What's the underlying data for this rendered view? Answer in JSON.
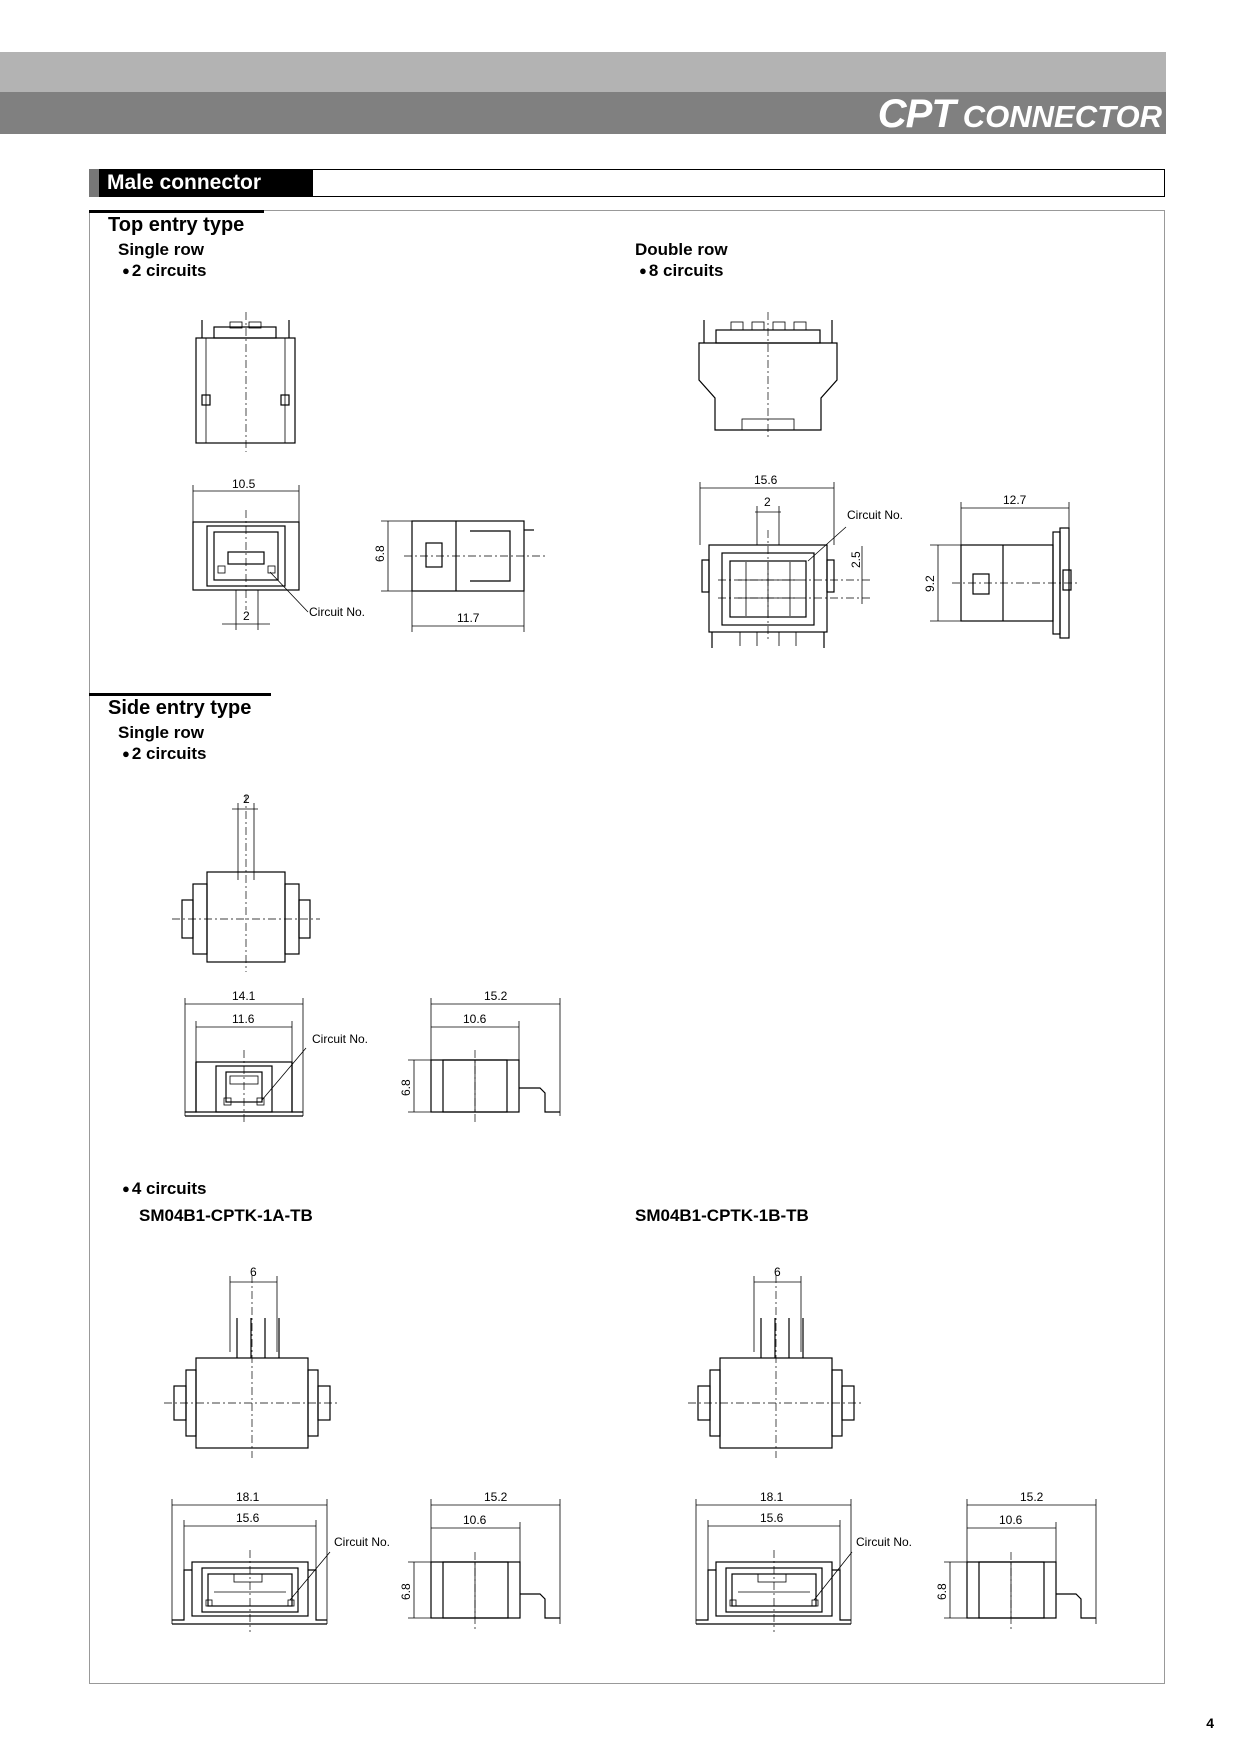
{
  "header": {
    "brand_main": "CPT",
    "brand_sub": "CONNECTOR"
  },
  "section": {
    "title": "Male connector"
  },
  "top_entry": {
    "title": "Top entry type",
    "single_row": {
      "label": "Single row",
      "circuits": "2 circuits",
      "dims": {
        "width": "10.5",
        "pitch": "2",
        "height": "6.8",
        "depth": "11.7",
        "circuit_no": "Circuit No."
      }
    },
    "double_row": {
      "label": "Double row",
      "circuits": "8 circuits",
      "dims": {
        "width": "15.6",
        "pitch": "2",
        "row_pitch": "2.5",
        "height": "9.2",
        "depth": "12.7",
        "circuit_no": "Circuit No."
      }
    }
  },
  "side_entry": {
    "title": "Side entry type",
    "single_row": {
      "label": "Single row",
      "circuits": "2 circuits",
      "dims": {
        "pitch": "2",
        "outer_width": "14.1",
        "inner_width": "11.6",
        "circuit_no": "Circuit No.",
        "length": "15.2",
        "body_length": "10.6",
        "height": "6.8"
      }
    },
    "four_circuits": {
      "circuits": "4 circuits",
      "variant_a": {
        "part_no": "SM04B1-CPTK-1A-TB",
        "dims": {
          "pitch": "6",
          "outer_width": "18.1",
          "inner_width": "15.6",
          "circuit_no": "Circuit No.",
          "length": "15.2",
          "body_length": "10.6",
          "height": "6.8"
        }
      },
      "variant_b": {
        "part_no": "SM04B1-CPTK-1B-TB",
        "dims": {
          "pitch": "6",
          "outer_width": "18.1",
          "inner_width": "15.6",
          "circuit_no": "Circuit No.",
          "length": "15.2",
          "body_length": "10.6",
          "height": "6.8"
        }
      }
    }
  },
  "page": {
    "number": "4"
  }
}
